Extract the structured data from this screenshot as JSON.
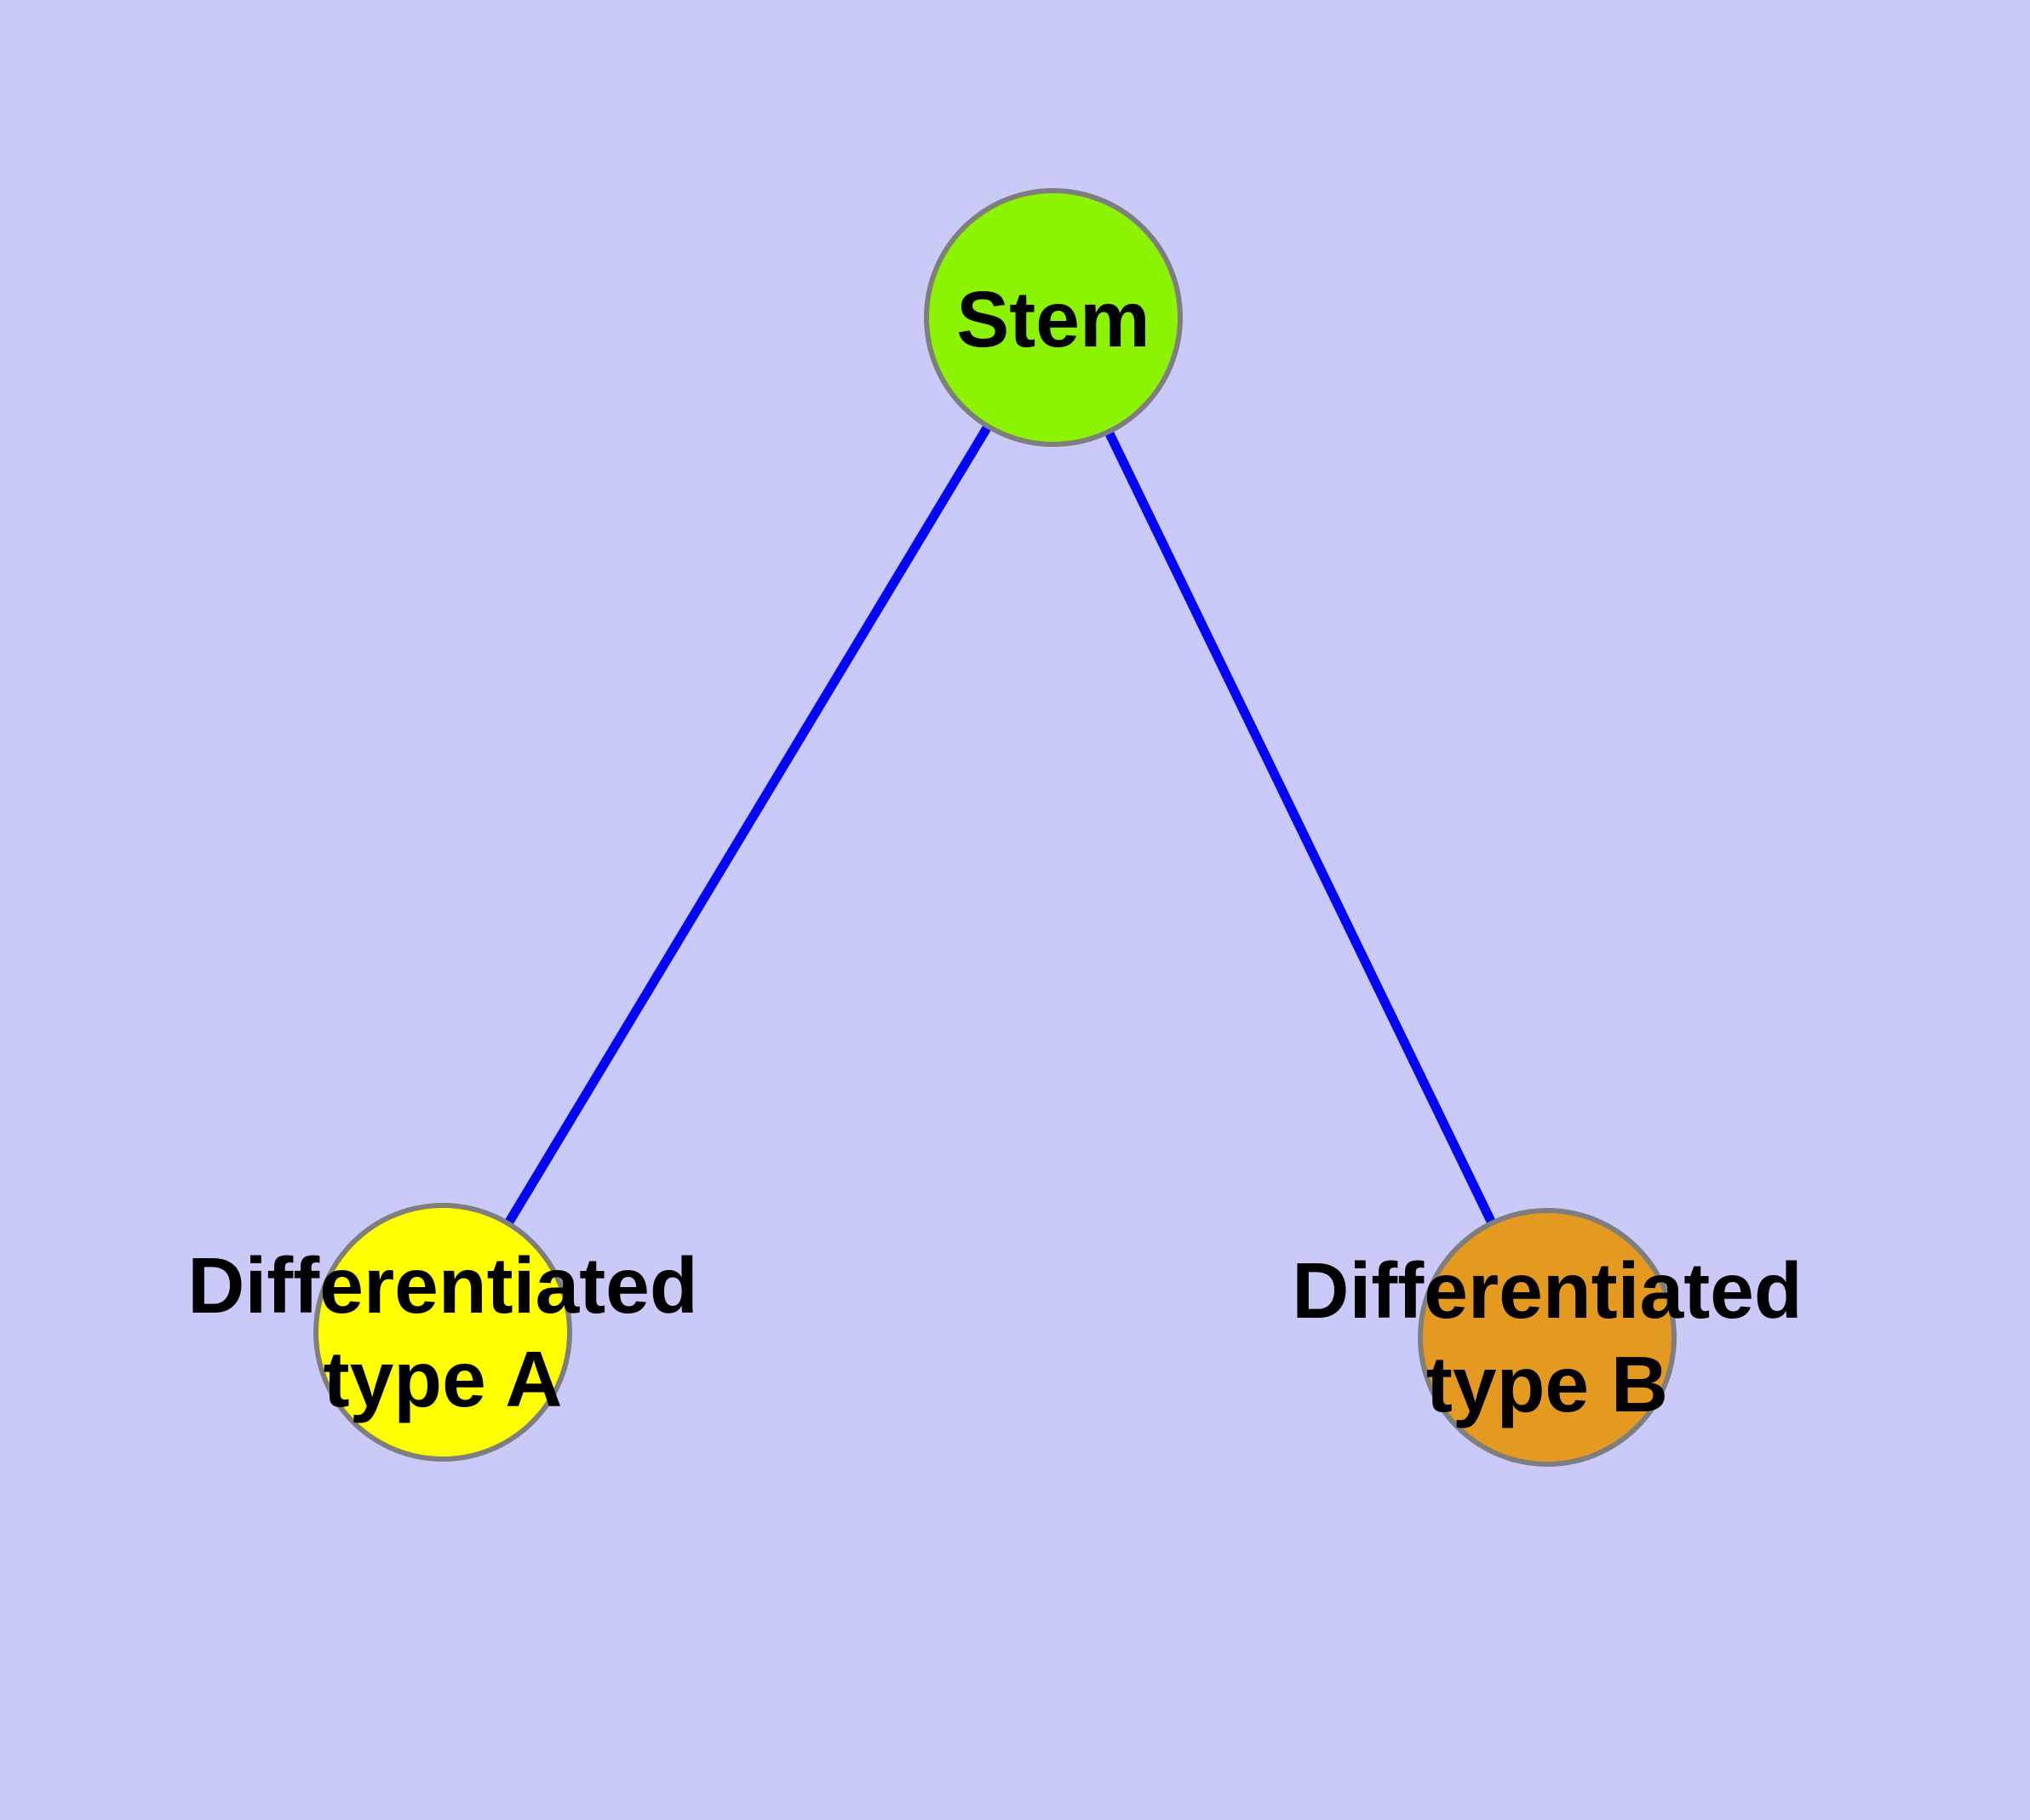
{
  "diagram": {
    "background_color": "#CACAF9",
    "edge_color": "#0404F6",
    "node_border_color": "#7E7E7E",
    "label_color": "#000000",
    "nodes": [
      {
        "id": "stem",
        "label": "Stem",
        "lines": [
          "Stem"
        ],
        "fill": "#8CF400"
      },
      {
        "id": "differentiated-type-a",
        "label": "Differentiated type A",
        "lines": [
          "Differentiated",
          "type A"
        ],
        "fill": "#FFFF00"
      },
      {
        "id": "differentiated-type-b",
        "label": "Differentiated type B",
        "lines": [
          "Differentiated",
          "type B"
        ],
        "fill": "#E49920"
      }
    ],
    "edges": [
      {
        "from": "stem",
        "to": "differentiated-type-a"
      },
      {
        "from": "stem",
        "to": "differentiated-type-b"
      }
    ]
  }
}
